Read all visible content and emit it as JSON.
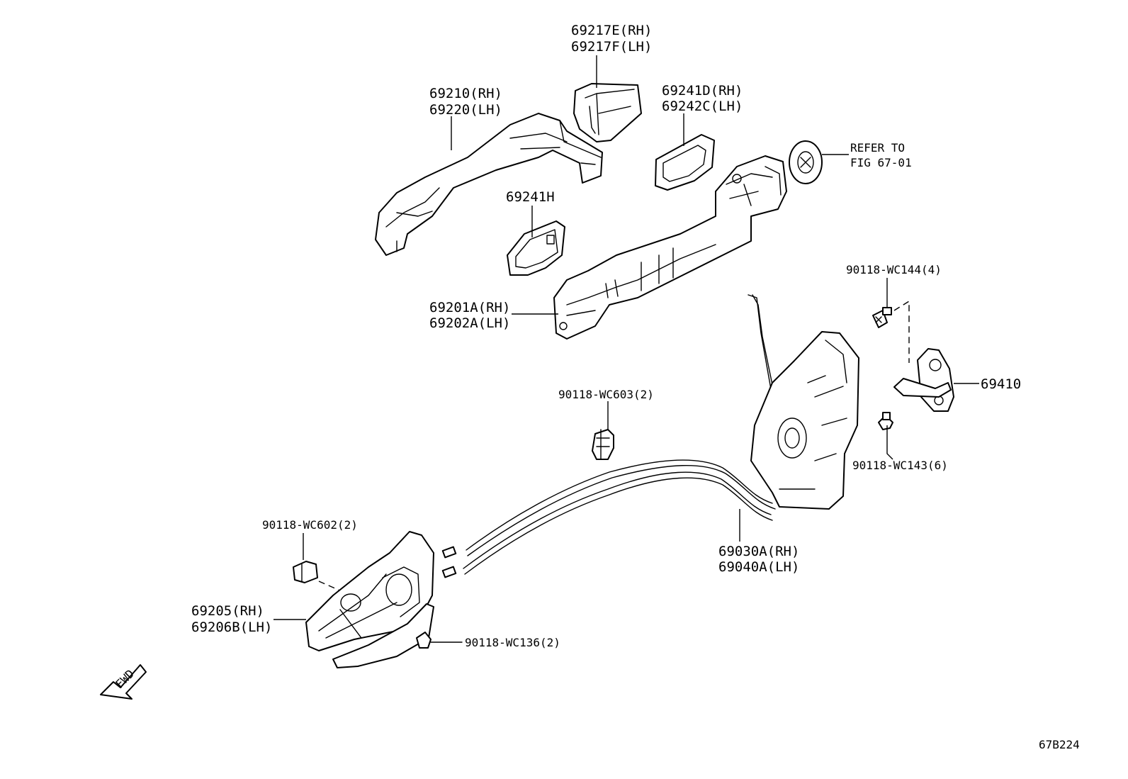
{
  "labels": {
    "p69217": [
      "69217E(RH)",
      "69217F(LH)"
    ],
    "p69210": [
      "69210(RH)",
      "69220(LH)"
    ],
    "p69241d": [
      "69241D(RH)",
      "69242C(LH)"
    ],
    "refer": [
      "REFER TO",
      "FIG 67-01"
    ],
    "p69241h": "69241H",
    "p69201": [
      "69201A(RH)",
      "69202A(LH)"
    ],
    "wc144": "90118-WC144(4)",
    "p69410": "69410",
    "wc603": "90118-WC603(2)",
    "wc143": "90118-WC143(6)",
    "wc602": "90118-WC602(2)",
    "p69030": [
      "69030A(RH)",
      "69040A(LH)"
    ],
    "p69205": [
      "69205(RH)",
      "69206B(LH)"
    ],
    "wc136": "90118-WC136(2)",
    "fwd": "FWD",
    "diagram_code": "67B224"
  }
}
